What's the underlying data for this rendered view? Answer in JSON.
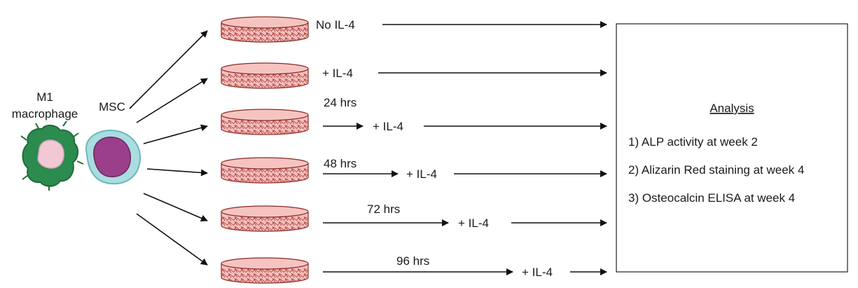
{
  "cells": {
    "m1_label_line1": "M1",
    "m1_label_line2": "macrophage",
    "msc_label": "MSC"
  },
  "conditions": [
    {
      "label": "No IL-4",
      "delay": ""
    },
    {
      "label": "+ IL-4",
      "delay": ""
    },
    {
      "label": "+ IL-4",
      "delay": "24 hrs"
    },
    {
      "label": "+ IL-4",
      "delay": "48 hrs"
    },
    {
      "label": "+ IL-4",
      "delay": "72 hrs"
    },
    {
      "label": "+ IL-4",
      "delay": "96 hrs"
    }
  ],
  "analysis": {
    "title": "Analysis",
    "items": [
      "1) ALP activity at week 2",
      "2) Alizarin Red staining at week 4",
      "3) Osteocalcin ELISA at week 4"
    ]
  },
  "colors": {
    "dish_fill": "#e98a86",
    "dish_rim": "#f6c4c0",
    "dish_texture": "#a8322e",
    "macrophage": "#2c8b4f",
    "macrophage_nucleus": "#f2c8d4",
    "msc_cytoplasm": "#a9dde0",
    "msc_nucleus": "#9b3f8a"
  }
}
